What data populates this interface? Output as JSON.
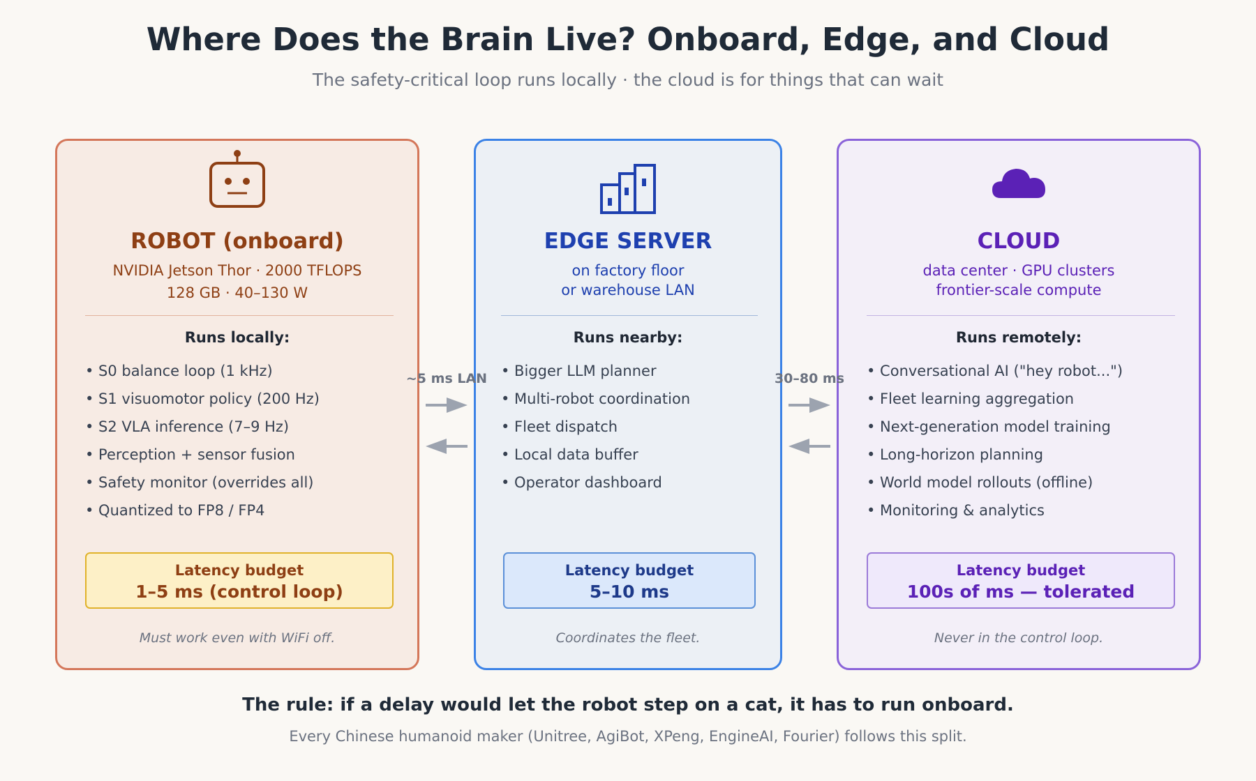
{
  "header": {
    "title": "Where Does the Brain Live? Onboard, Edge, and Cloud",
    "subtitle": "The safety-critical loop runs locally · the cloud is for things that can wait"
  },
  "colors": {
    "robot_accent": "#8e3f14",
    "edge_accent": "#1e40af",
    "cloud_accent": "#5b21b6"
  },
  "robot": {
    "icon": "robot-icon",
    "title": "ROBOT (onboard)",
    "sub1": "NVIDIA Jetson Thor · 2000 TFLOPS",
    "sub2": "128 GB · 40–130 W",
    "runs_heading": "Runs locally:",
    "items": [
      "• S0 balance loop (1 kHz)",
      "• S1 visuomotor policy (200 Hz)",
      "• S2 VLA inference (7–9 Hz)",
      "• Perception + sensor fusion",
      "• Safety monitor (overrides all)",
      "• Quantized to FP8 / FP4"
    ],
    "budget_label": "Latency budget",
    "budget_value": "1–5 ms (control loop)",
    "note": "Must work even with WiFi off."
  },
  "edge": {
    "icon": "building-icon",
    "title": "EDGE SERVER",
    "sub1": "on factory floor",
    "sub2": "or warehouse LAN",
    "runs_heading": "Runs nearby:",
    "items": [
      "• Bigger LLM planner",
      "• Multi-robot coordination",
      "• Fleet dispatch",
      "• Local data buffer",
      "• Operator dashboard"
    ],
    "budget_label": "Latency budget",
    "budget_value": "5–10 ms",
    "note": "Coordinates the fleet."
  },
  "cloud": {
    "icon": "cloud-icon",
    "title": "CLOUD",
    "sub1": "data center · GPU clusters",
    "sub2": "frontier-scale compute",
    "runs_heading": "Runs remotely:",
    "items": [
      "• Conversational AI (\"hey robot...\")",
      "• Fleet learning aggregation",
      "• Next-generation model training",
      "• Long-horizon planning",
      "• World model rollouts (offline)",
      "• Monitoring & analytics"
    ],
    "budget_label": "Latency budget",
    "budget_value": "100s of ms — tolerated",
    "note": "Never in the control loop."
  },
  "links": {
    "robot_edge": "~5 ms LAN",
    "edge_cloud": "30–80 ms"
  },
  "footer": {
    "rule": "The rule: if a delay would let the robot step on a cat, it has to run onboard.",
    "note": "Every Chinese humanoid maker (Unitree, AgiBot, XPeng, EngineAI, Fourier) follows this split."
  }
}
